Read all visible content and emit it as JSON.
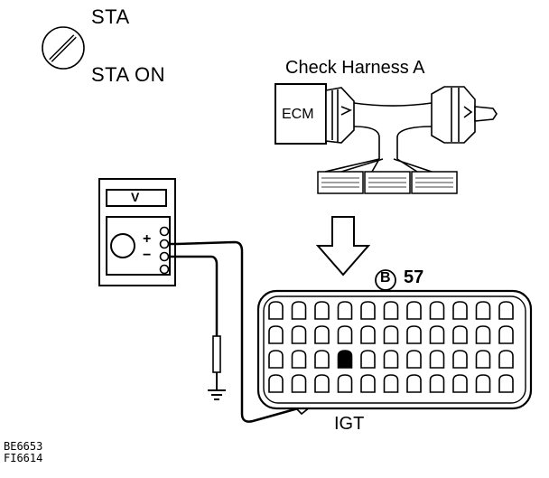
{
  "ignition": {
    "label_off": "STA",
    "label_on": "STA ON",
    "icon": "ignition-key-icon"
  },
  "harness": {
    "title": "Check Harness A",
    "ecm_label": "ECM"
  },
  "meter": {
    "mode_label": "V",
    "plus_label": "+",
    "minus_label": "−"
  },
  "connector": {
    "circle_letter": "B",
    "number": "57",
    "terminal_label": "IGT",
    "rows": 4,
    "cols": 11,
    "highlight_row": 3,
    "highlight_col": 4
  },
  "codes": [
    "BE6653",
    "FI6614"
  ]
}
